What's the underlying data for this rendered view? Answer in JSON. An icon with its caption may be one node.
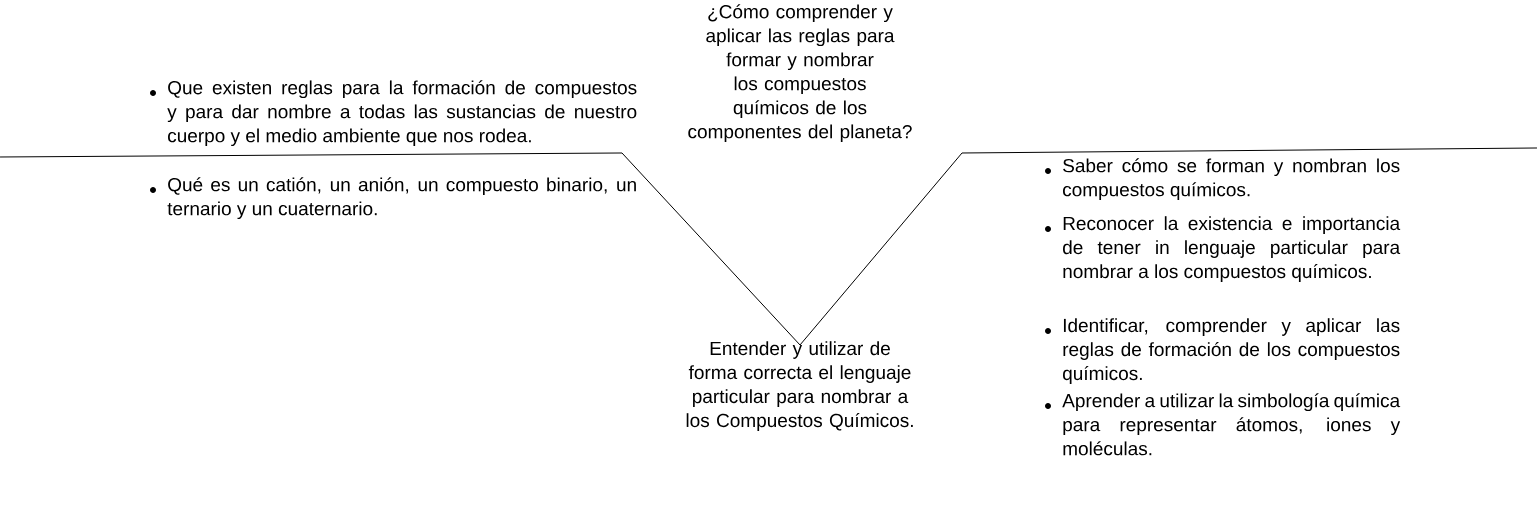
{
  "diagram": {
    "labels": [
      "¿Cómo comprender y aplicar las reglas para formar y nombrar los compuestos químicos de los componentes del planeta?",
      "Que existen reglas para la formación de compuestos y para dar nombre a todas las sustancias de nuestro cuerpo y el medio ambiente que nos rodea.",
      "Qué es un catión, un anión, un compuesto binario, un ternario y un cuaternario.",
      "Entender y utilizar de forma correcta el lenguaje particular para nombrar a los Compuestos Químicos.",
      "Saber cómo se forman y nombran los compuestos químicos.",
      "Reconocer la existencia e importancia de tener in lenguaje particular para nombrar a los compuestos químicos.",
      "Identificar, comprender y aplicar las reglas de formación de los compuestos químicos.",
      "Aprender a utilizar la simbología química para representar átomos, iones y moléculas."
    ]
  }
}
